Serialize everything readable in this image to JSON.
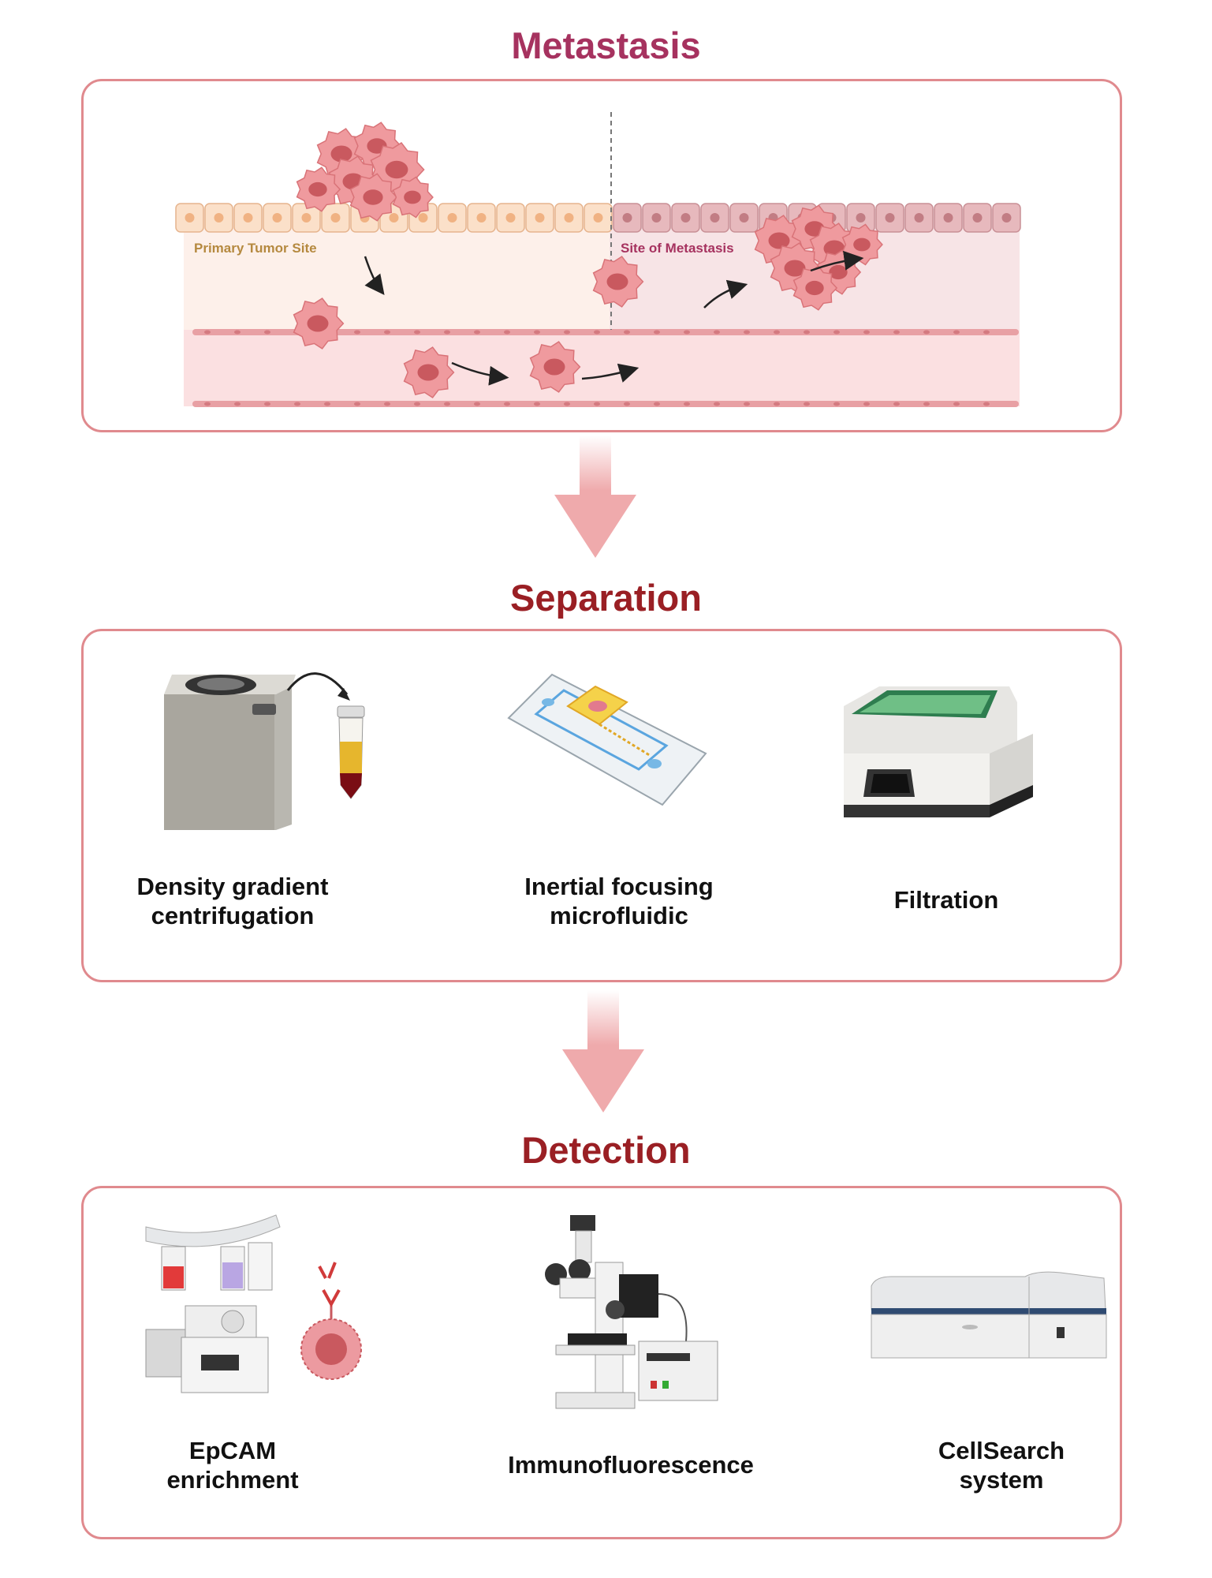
{
  "sections": {
    "metastasis": {
      "title": "Metastasis",
      "color": "#a6325f"
    },
    "separation": {
      "title": "Separation",
      "color": "#9a1f24"
    },
    "detection": {
      "title": "Detection",
      "color": "#9a1f24"
    }
  },
  "metastasis_panel": {
    "primary_label": "Primary Tumor Site",
    "primary_color": "#b5893f",
    "metastasis_label": "Site of Metastasis",
    "metastasis_color": "#a6325f"
  },
  "separation_methods": [
    {
      "line1": "Density gradient",
      "line2": "centrifugation",
      "icon": "centrifuge-icon"
    },
    {
      "line1": "Inertial focusing",
      "line2": "microfluidic",
      "icon": "microfluidic-chip-icon"
    },
    {
      "line1": "Filtration",
      "line2": "",
      "icon": "filtration-device-icon"
    }
  ],
  "detection_methods": [
    {
      "line1": "EpCAM",
      "line2": "enrichment",
      "icon": "epcam-enrichment-icon"
    },
    {
      "line1": "Immunofluorescence",
      "line2": "",
      "icon": "microscope-icon"
    },
    {
      "line1": "CellSearch",
      "line2": "system",
      "icon": "cellsearch-instrument-icon"
    }
  ],
  "colors": {
    "panel_border": "#e08a8e",
    "arrow": "#eda4a6",
    "cell": "#ec8f93",
    "cell_dark": "#c9595f"
  }
}
